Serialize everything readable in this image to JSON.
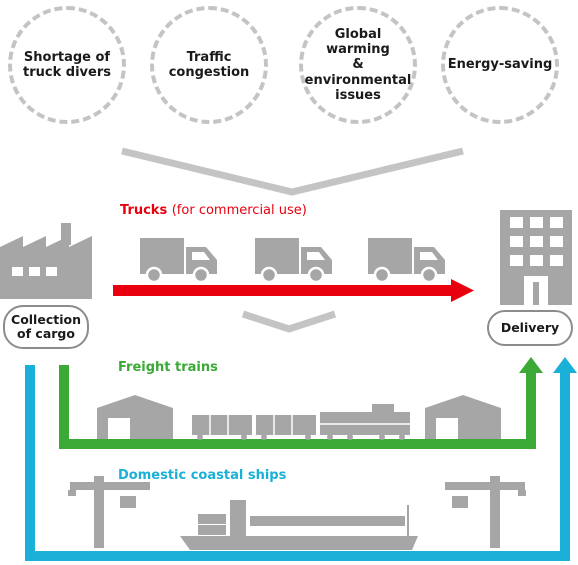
{
  "issues": [
    {
      "label": "Shortage of\ntruck divers"
    },
    {
      "label": "Traffic\ncongestion"
    },
    {
      "label": "Global warming\n&\nenvironmental\nissues"
    },
    {
      "label": "Energy-saving"
    }
  ],
  "routes": {
    "trucks": {
      "label": "Trucks",
      "note": "(for commercial use)",
      "color": "#e8000f"
    },
    "trains": {
      "label": "Freight trains",
      "color": "#3aa935"
    },
    "ships": {
      "label": "Domestic coastal ships",
      "color": "#1ab0d8"
    }
  },
  "origin": {
    "label": "Collection\nof cargo"
  },
  "destination": {
    "label": "Delivery"
  },
  "colors": {
    "icon_gray": "#a6a6a6",
    "dash_gray": "#c4c4c4"
  },
  "icons": [
    "factory-icon",
    "building-icon",
    "truck-icon",
    "warehouse-icon",
    "train-icon",
    "crane-icon",
    "ship-icon"
  ]
}
